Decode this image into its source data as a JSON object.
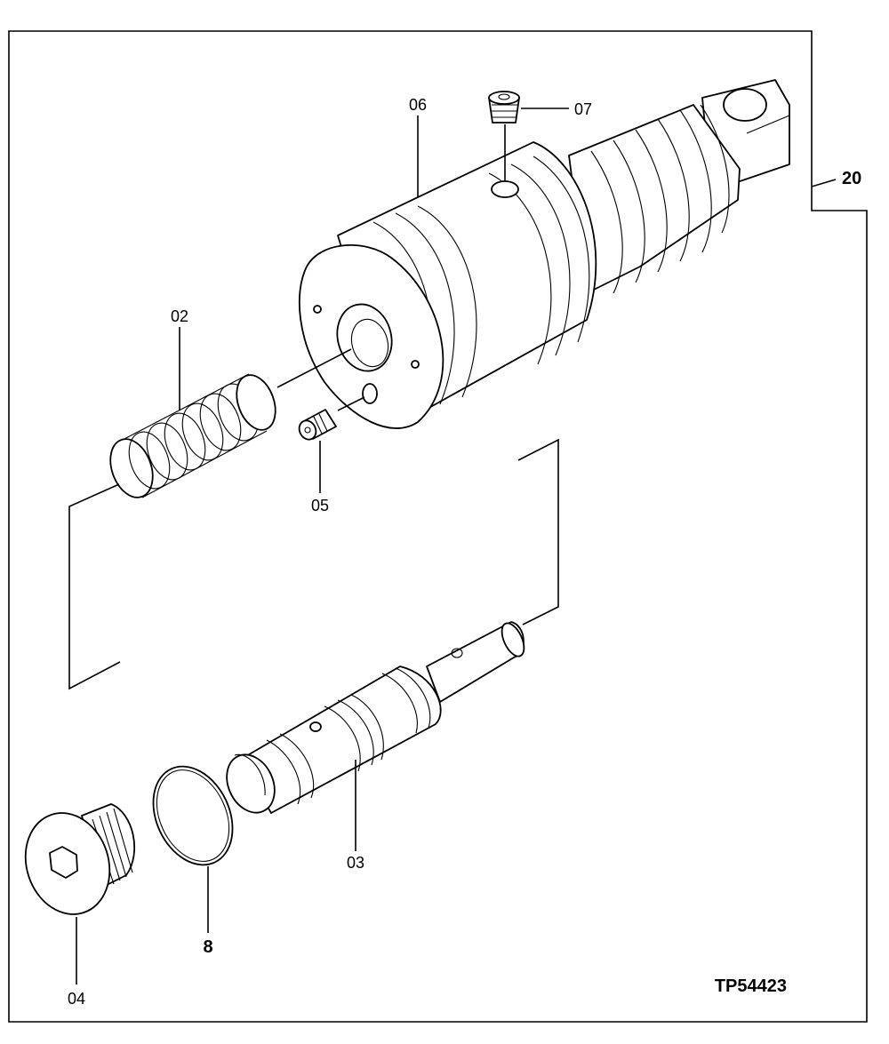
{
  "callouts": {
    "p06": "06",
    "p07": "07",
    "p20": "20",
    "p02": "02",
    "p05": "05",
    "p03": "03",
    "p08": "8",
    "p04": "04"
  },
  "figure_id": "TP54423"
}
